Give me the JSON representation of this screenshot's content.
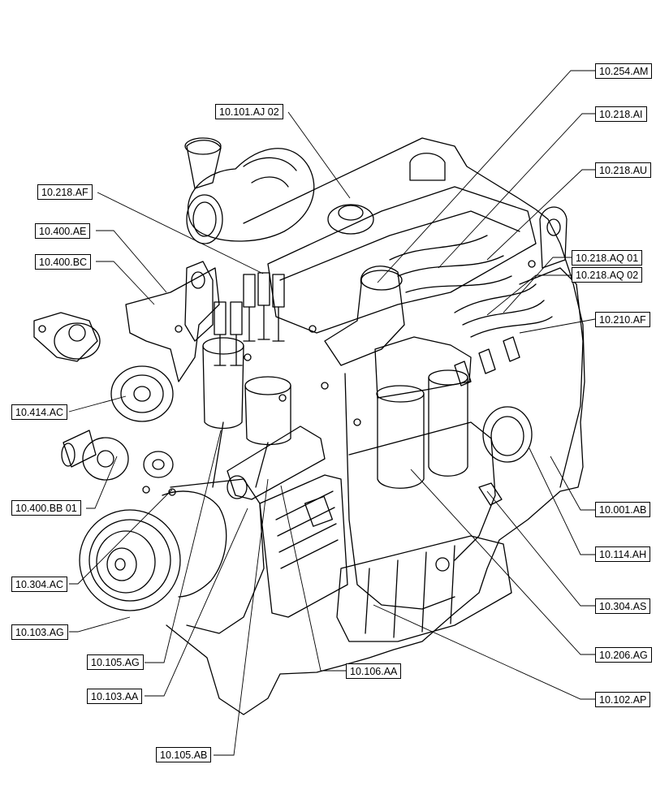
{
  "callouts": [
    {
      "id": "c-10-254-am",
      "text": "10.254.AM"
    },
    {
      "id": "c-10-101-aj-02",
      "text": "10.101.AJ 02"
    },
    {
      "id": "c-10-218-ai",
      "text": "10.218.AI"
    },
    {
      "id": "c-10-218-af",
      "text": "10.218.AF"
    },
    {
      "id": "c-10-218-au",
      "text": "10.218.AU"
    },
    {
      "id": "c-10-400-ae",
      "text": "10.400.AE"
    },
    {
      "id": "c-10-400-bc",
      "text": "10.400.BC"
    },
    {
      "id": "c-10-218-aq-01",
      "text": "10.218.AQ 01"
    },
    {
      "id": "c-10-218-aq-02",
      "text": "10.218.AQ 02"
    },
    {
      "id": "c-10-210-af",
      "text": "10.210.AF"
    },
    {
      "id": "c-10-414-ac",
      "text": "10.414.AC"
    },
    {
      "id": "c-10-001-ab",
      "text": "10.001.AB"
    },
    {
      "id": "c-10-400-bb-01",
      "text": "10.400.BB 01"
    },
    {
      "id": "c-10-114-ah",
      "text": "10.114.AH"
    },
    {
      "id": "c-10-304-ac",
      "text": "10.304.AC"
    },
    {
      "id": "c-10-304-as",
      "text": "10.304.AS"
    },
    {
      "id": "c-10-103-ag",
      "text": "10.103.AG"
    },
    {
      "id": "c-10-206-ag",
      "text": "10.206.AG"
    },
    {
      "id": "c-10-105-ag",
      "text": "10.105.AG"
    },
    {
      "id": "c-10-106-aa",
      "text": "10.106.AA"
    },
    {
      "id": "c-10-103-aa",
      "text": "10.103.AA"
    },
    {
      "id": "c-10-102-ap",
      "text": "10.102.AP"
    },
    {
      "id": "c-10-105-ab",
      "text": "10.105.AB"
    }
  ]
}
